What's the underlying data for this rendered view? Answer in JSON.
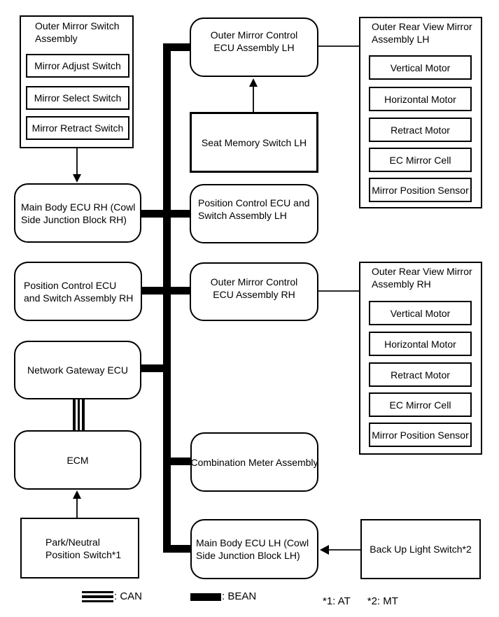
{
  "nodes": {
    "mirror_switch_assembly": {
      "title": "Outer Mirror Switch\nAssembly",
      "items": [
        "Mirror Adjust Switch",
        "Mirror Select Switch",
        "Mirror Retract Switch"
      ]
    },
    "main_body_ecu_rh": {
      "label": "Main Body ECU RH (Cowl\nSide Junction Block RH)"
    },
    "position_control_rh": {
      "label": "Position Control ECU\nand Switch Assembly RH"
    },
    "network_gateway_ecu": {
      "label": "Network Gateway ECU"
    },
    "ecm": {
      "label": "ECM"
    },
    "park_neutral_switch": {
      "label": "Park/Neutral\nPosition Switch*1"
    },
    "outer_mirror_control_lh": {
      "label": "Outer Mirror Control\nECU Assembly LH"
    },
    "seat_memory_switch_lh": {
      "label": "Seat Memory Switch LH"
    },
    "position_control_lh": {
      "label": "Position Control ECU and\nSwitch Assembly LH"
    },
    "outer_mirror_control_rh": {
      "label": "Outer Mirror Control\nECU Assembly RH"
    },
    "combination_meter": {
      "label": "Combination Meter Assembly"
    },
    "main_body_ecu_lh": {
      "label": "Main Body ECU LH (Cowl\nSide Junction Block LH)"
    },
    "mirror_assembly_lh": {
      "title": "Outer Rear View Mirror\nAssembly LH",
      "items": [
        "Vertical Motor",
        "Horizontal Motor",
        "Retract Motor",
        "EC Mirror Cell",
        "Mirror Position Sensor"
      ]
    },
    "mirror_assembly_rh": {
      "title": "Outer Rear View Mirror\nAssembly RH",
      "items": [
        "Vertical Motor",
        "Horizontal Motor",
        "Retract Motor",
        "EC Mirror Cell",
        "Mirror Position Sensor"
      ]
    },
    "backup_light_switch": {
      "label": "Back Up Light Switch*2"
    }
  },
  "legend": {
    "can_label": ": CAN",
    "bean_label": ": BEAN",
    "note_at": "*1: AT",
    "note_mt": "*2: MT"
  },
  "colors": {
    "line": "#000000",
    "background": "#ffffff"
  }
}
